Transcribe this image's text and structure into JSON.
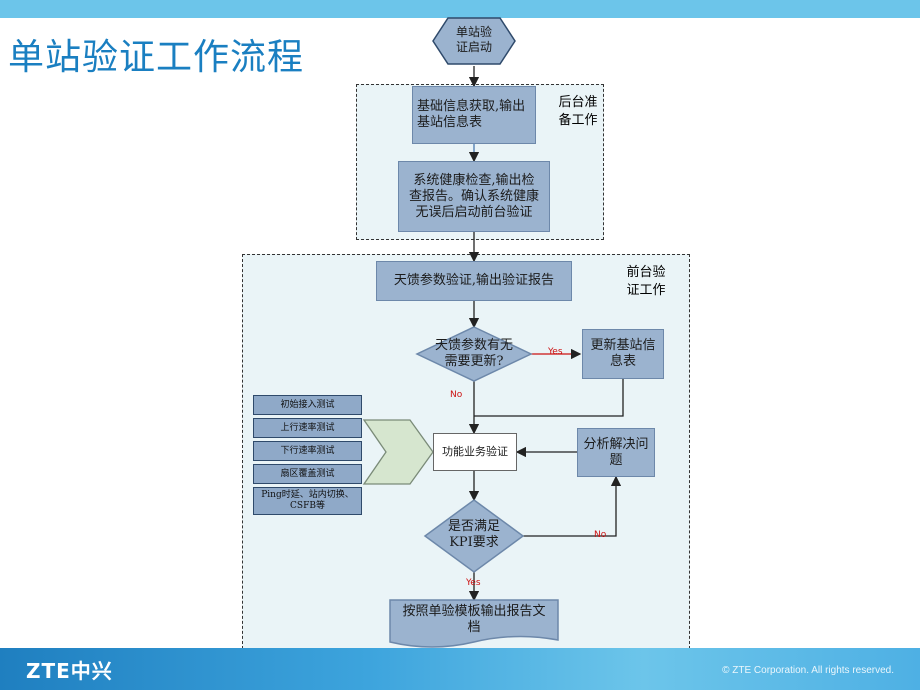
{
  "slide": {
    "title": "单站验证工作流程",
    "logo": "ZTE中兴",
    "copyright": "© ZTE Corporation. All rights reserved."
  },
  "regions": {
    "backend": "后台准\n备工作",
    "frontend": "前台验\n证工作"
  },
  "nodes": {
    "start": "单站验\n证启动",
    "basic_info": "基础信息获取,输出\n基站信息表",
    "health_check": "系统健康检查,输出检\n查报告。确认系统健康\n无误后启动前台验证",
    "antenna_verify": "天馈参数验证,输出验证报告",
    "update_decision": "天馈参数有无\n需要更新?",
    "update_info": "更新基站信\n息表",
    "service_verify": "功能业务验证",
    "analyze": "分析解决问\n题",
    "kpi_decision": "是否满足\nKPI要求",
    "output_report": "按照单验模板输出报告文\n档"
  },
  "tests": [
    "初始接入测试",
    "上行速率测试",
    "下行速率测试",
    "扇区覆盖测试",
    "Ping时延、站内切换、\nCSFB等"
  ],
  "edge_labels": {
    "yes_update": "Yes",
    "no_update": "No",
    "no_kpi": "No",
    "yes_kpi": "Yes"
  },
  "colors": {
    "accent": "#1a7fc1",
    "box_fill": "#9bb3cf",
    "region_fill": "#eaf4f7",
    "arrow_fill": "#d6e6cf"
  }
}
